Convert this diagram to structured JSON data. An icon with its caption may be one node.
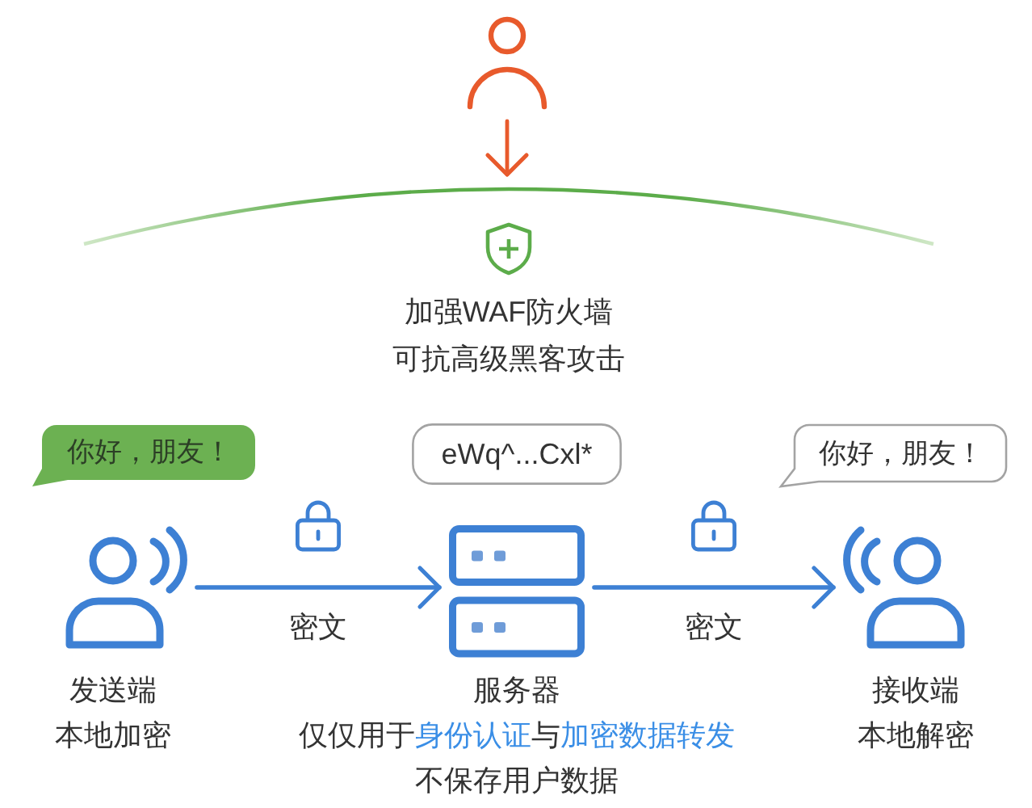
{
  "diagram": {
    "nodes": [
      {
        "text": [],
        "shape": "person"
      },
      {
        "text": [
          "加强WAF防火墙",
          "可抗高级黑客攻击"
        ]
      },
      {
        "text": [
          "你好，朋友！"
        ]
      },
      {
        "text": [
          "eWq^...Cxl*"
        ]
      },
      {
        "text": [
          "你好，朋友！"
        ]
      },
      {
        "text": [],
        "shape": "person",
        "beside": [
          "发送端",
          "本地加密"
        ]
      },
      {
        "text": [],
        "shape": "picture",
        "beside": [
          "服务器",
          "仅仅用于**身份认证**与**加密数据转发**",
          "不保存用户数据"
        ]
      },
      {
        "text": [],
        "shape": "person",
        "beside": [
          "接收端",
          "本地解密"
        ]
      }
    ],
    "edges": [
      {
        "from": 0,
        "to": 1,
        "arrow": "to",
        "color": "#e85a2c"
      },
      {
        "from": 5,
        "to": 6,
        "arrow": "to",
        "label": "密文"
      },
      {
        "from": 6,
        "to": 7,
        "arrow": "to",
        "label": "密文"
      }
    ]
  }
}
